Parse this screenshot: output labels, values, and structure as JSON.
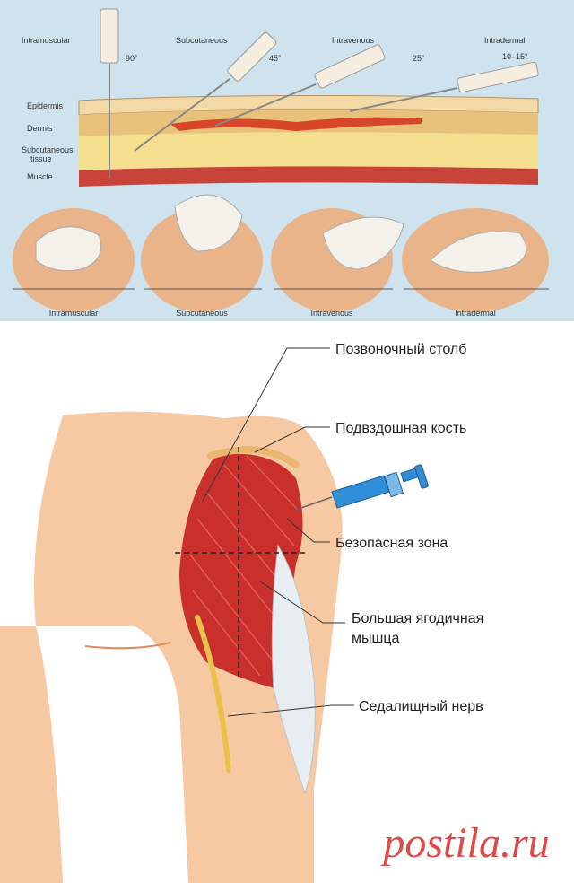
{
  "top_diagram": {
    "angle_labels": {
      "intramuscular": "Intramuscular",
      "intramuscular_angle": "90°",
      "subcutaneous": "Subcutaneous",
      "subcutaneous_angle": "45°",
      "intravenous": "Intravenous",
      "intravenous_angle": "25°",
      "intradermal": "Intradermal",
      "intradermal_angle": "10–15°"
    },
    "layers": [
      "Epidermis",
      "Dermis",
      "Subcutaneous",
      "tissue",
      "Muscle"
    ],
    "technique_labels": [
      "Intramuscular",
      "Subcutaneous",
      "Intravenous",
      "Intradermal"
    ]
  },
  "bottom_diagram": {
    "labels": {
      "spine": "Позвоночный столб",
      "iliac": "Подвздошная кость",
      "safe_zone": "Безопасная зона",
      "gluteus_line1": "Большая ягодичная",
      "gluteus_line2": "мышца",
      "sciatic": "Седалищный нерв"
    }
  },
  "watermark": {
    "text": "postila.ru"
  },
  "colors": {
    "top_bg": "#cfe3ee",
    "epidermis": "#f2d9a6",
    "dermis": "#e8c27a",
    "subcutaneous": "#f4df8f",
    "muscle": "#c8443a",
    "skin": "#f7c9a3",
    "gluteus": "#c9302c",
    "nerve": "#e8c24a",
    "syringe": "#2f8fd8",
    "watermark": "#d62b2b"
  }
}
